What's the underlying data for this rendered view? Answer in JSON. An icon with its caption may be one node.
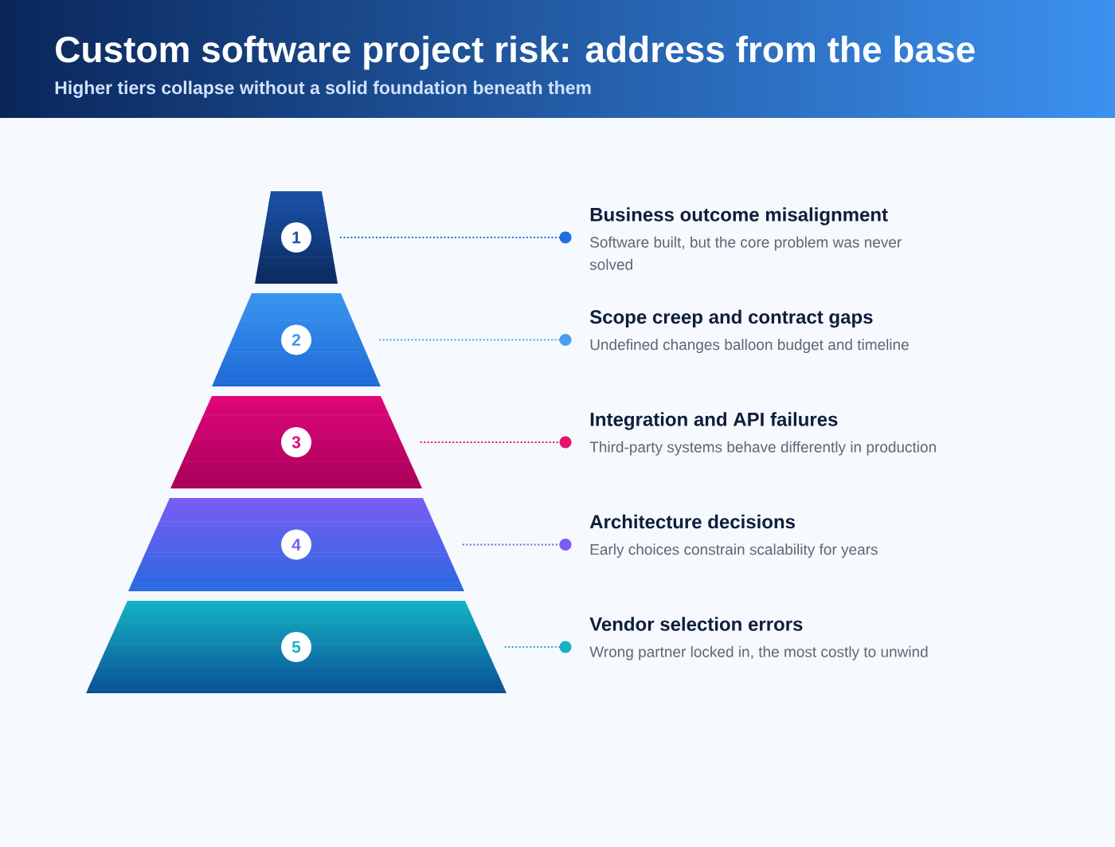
{
  "diagram": {
    "title": "Custom software project risk: address from the base",
    "nodes": [
      {
        "text": [
          "1"
        ]
      },
      {
        "text": [
          "Business outcome misalignment",
          "Software built, but the core problem was never solved"
        ]
      },
      {
        "text": [
          "2"
        ]
      },
      {
        "text": [
          "Scope creep and contract gaps",
          "Undefined changes balloon budget and timeline"
        ]
      },
      {
        "text": [
          "3"
        ]
      },
      {
        "text": [
          "Integration and API failures",
          "Third-party systems behave differently in production"
        ]
      },
      {
        "text": [
          "4"
        ]
      },
      {
        "text": [
          "Architecture decisions",
          "Early choices constrain scalability for years"
        ]
      },
      {
        "text": [
          "5"
        ]
      },
      {
        "text": [
          "Vendor selection errors",
          "Wrong partner locked in, the most costly to unwind"
        ]
      }
    ],
    "edges": [
      {
        "from": 0,
        "to": 1,
        "arrow": "other",
        "style": "dashed",
        "color": "#1f6fe0"
      },
      {
        "from": 2,
        "to": 3,
        "arrow": "other",
        "style": "dashed",
        "color": "#4aa0ee"
      },
      {
        "from": 4,
        "to": 5,
        "arrow": "other",
        "style": "dashed",
        "color": "#e0176f"
      },
      {
        "from": 6,
        "to": 7,
        "arrow": "other",
        "style": "dashed",
        "color": "#7b5cf5"
      },
      {
        "from": 8,
        "to": 9,
        "arrow": "other",
        "style": "dashed",
        "color": "#1ab0c6"
      }
    ],
    "labels": [
      "Higher tiers collapse without a solid foundation beneath them"
    ]
  }
}
